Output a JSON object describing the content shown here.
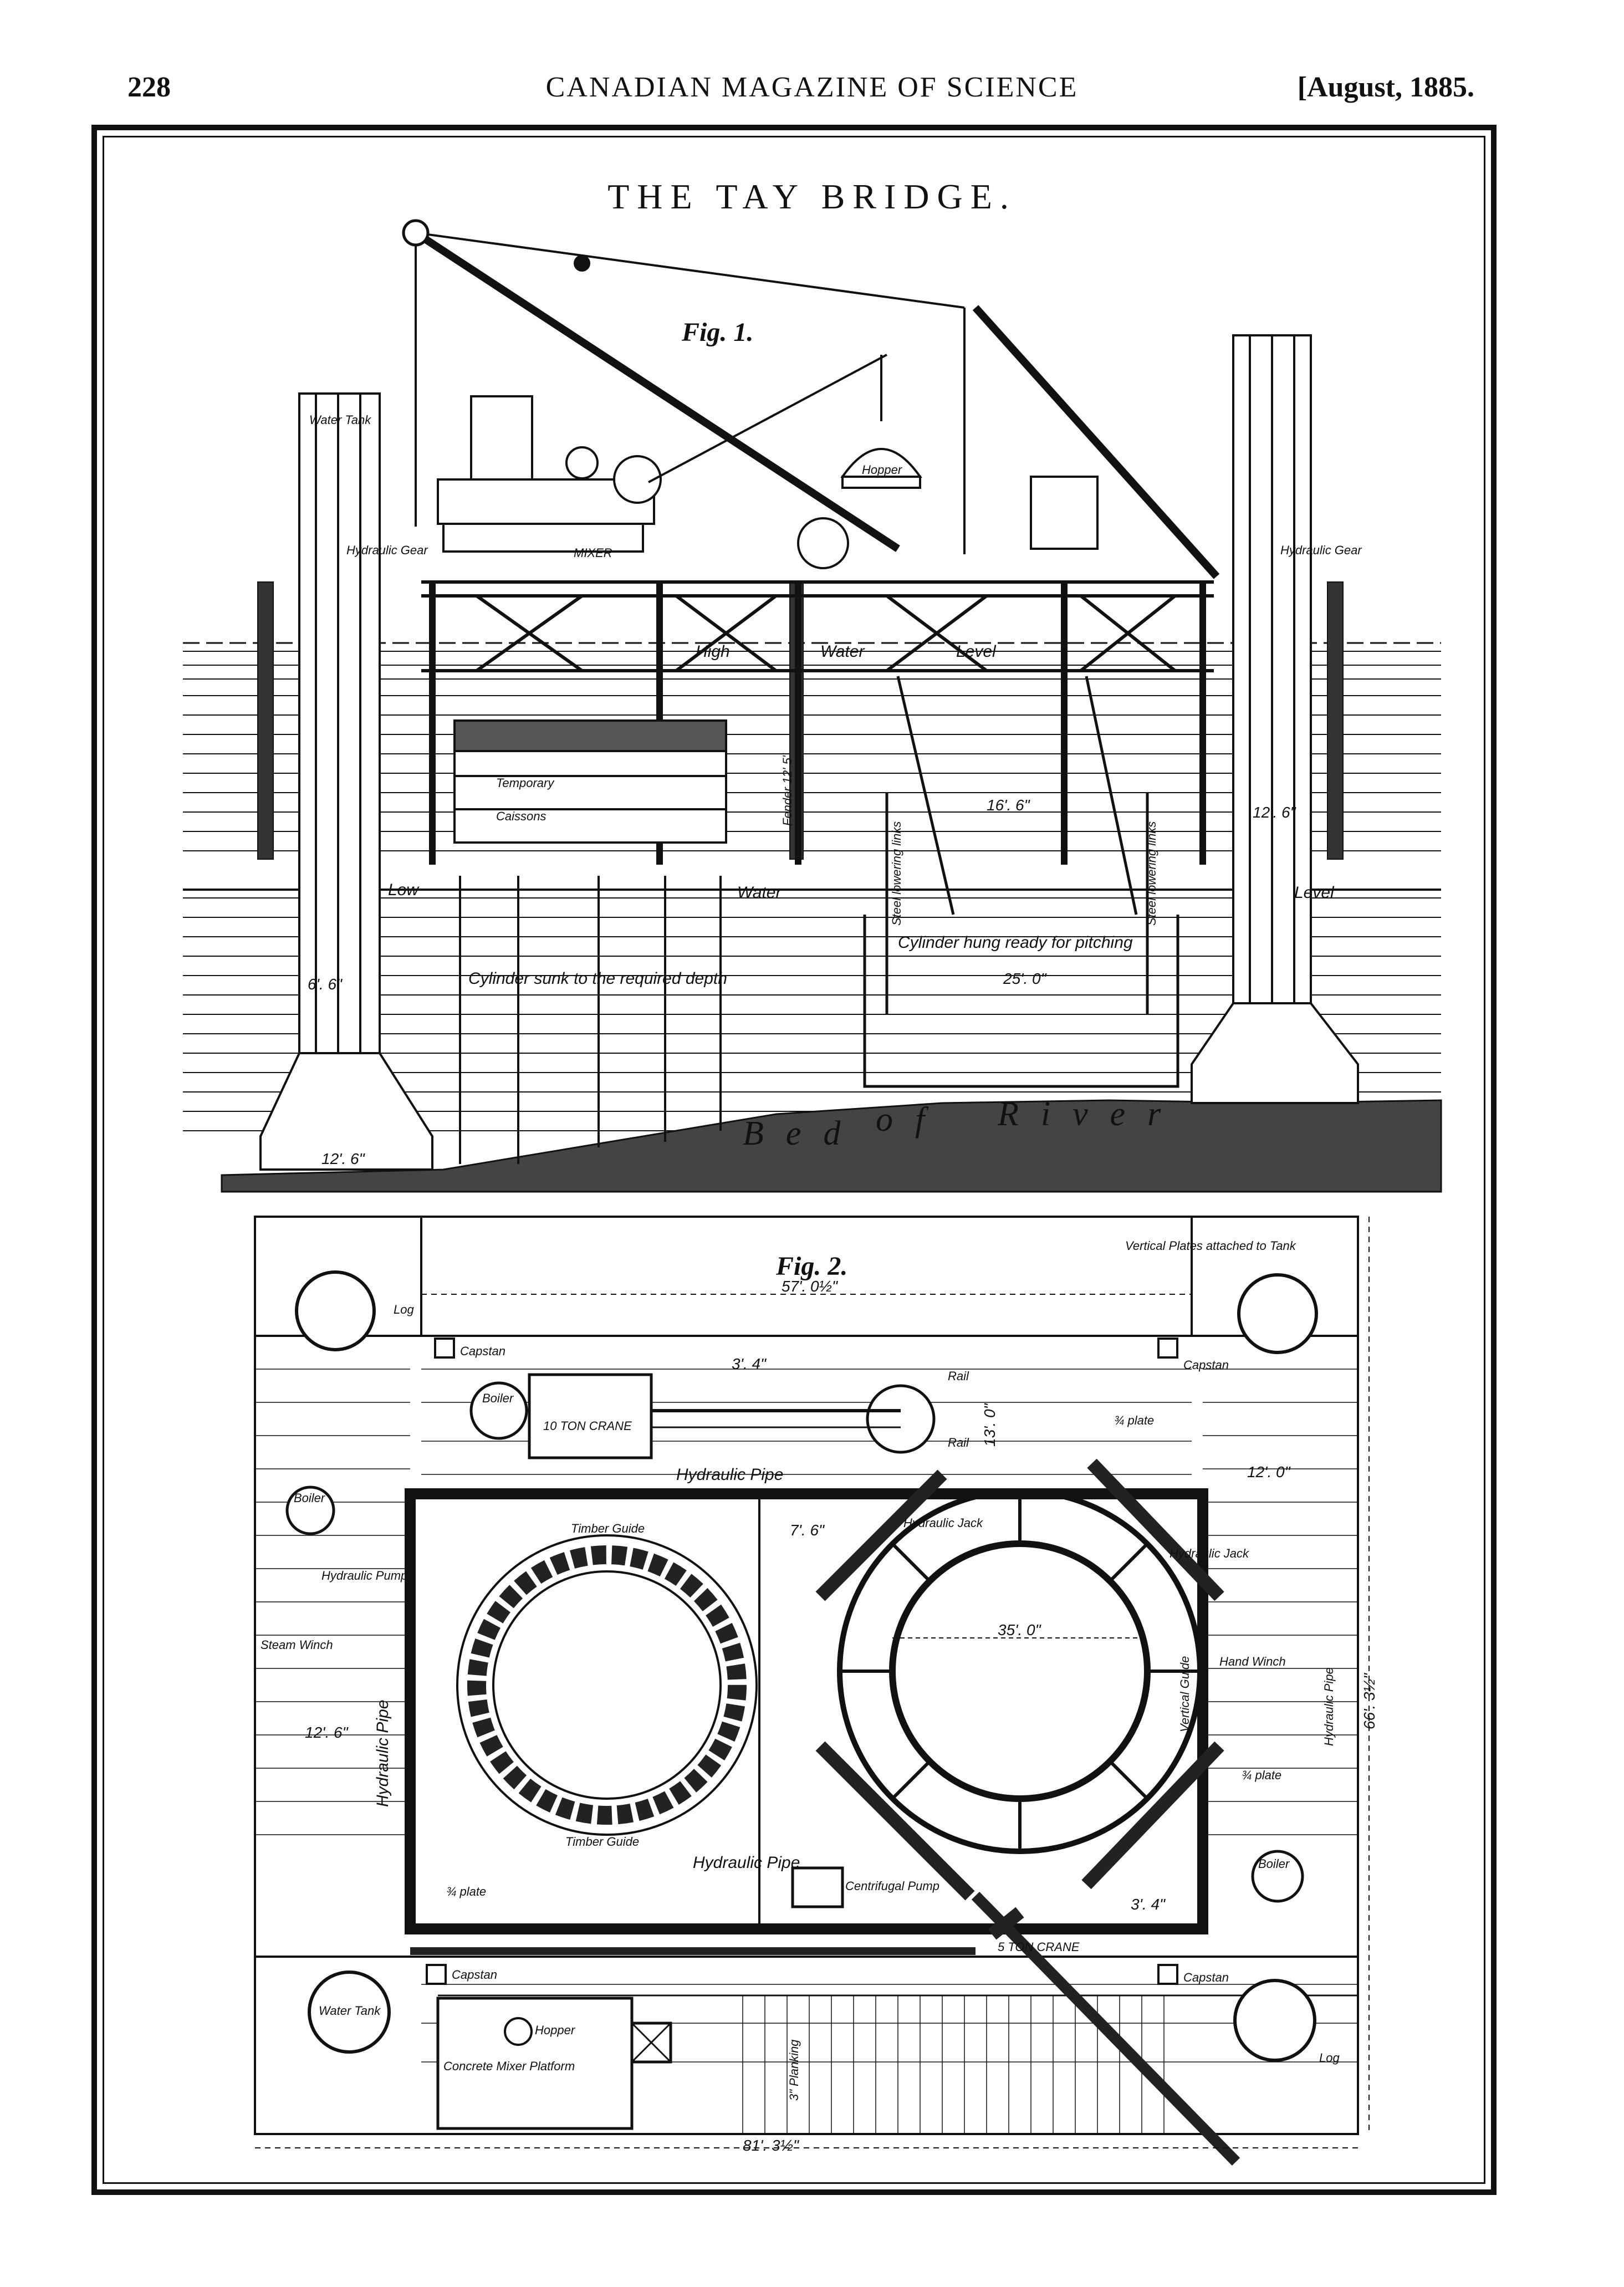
{
  "header": {
    "page_number": "228",
    "running_title": "CANADIAN MAGAZINE OF SCIENCE",
    "issue_date": "[August, 1885."
  },
  "plate": {
    "title": "THE TAY BRIDGE."
  },
  "fig1": {
    "caption": "Fig. 1.",
    "water_tank_left": "Water Tank",
    "hydraulic_gear_left": "Hydraulic Gear",
    "hydraulic_gear_right": "Hydraulic Gear",
    "mixer": "MIXER",
    "hopper": "Hopper",
    "high": "High",
    "water": "Water",
    "level": "Level",
    "low": "Low",
    "water2": "Water",
    "level2": "Level",
    "temporary": "Temporary",
    "caissons": "Caissons",
    "fender": "Fender 12' 5\"",
    "steel_lowering_links_1": "Steel lowering links",
    "steel_lowering_links_2": "Steel lowering links",
    "cylinder_hung": "Cylinder hung ready for pitching",
    "cylinder_sunk": "Cylinder sunk to the required depth",
    "bed": "Bed",
    "of": "of",
    "river": "River",
    "dim_12_6": "12'. 6\"",
    "dim_16_6": "16'. 6\"",
    "dim_25_0": "25'. 0\"",
    "dim_12_6b": "12'. 6\"",
    "dim_6_6": "6'. 6\""
  },
  "fig2": {
    "caption": "Fig. 2.",
    "vertical_plates": "Vertical Plates attached to Tank",
    "dim_57": "57'. 0½\"",
    "dim_81": "81'. 3½\"",
    "dim_66": "66'. 3½\"",
    "log_top": "Log",
    "log_bottom": "Log",
    "capstan_1": "Capstan",
    "capstan_2": "Capstan",
    "capstan_3": "Capstan",
    "capstan_4": "Capstan",
    "boiler_1": "Boiler",
    "boiler_2": "Boiler",
    "boiler_3": "Boiler",
    "crane_10": "10 TON CRANE",
    "crane_5": "5 TON CRANE",
    "rail_1": "Rail",
    "rail_2": "Rail",
    "hydraulic_pipe_top": "Hydraulic Pipe",
    "hydraulic_pipe_bottom": "Hydraulic Pipe",
    "hydraulic_pipe_right": "Hydraulic Pipe",
    "hydraulic_pipe_left": "Hydraulic Pipe",
    "hydraulic_pump": "Hydraulic Pump",
    "hydraulic_jack_1": "Hydraulic Jack",
    "hydraulic_jack_2": "Hydraulic Jack",
    "steam_winch": "Steam Winch",
    "hand_winch": "Hand Winch",
    "timber_guide_top": "Timber Guide",
    "timber_guide_bottom": "Timber Guide",
    "vertical_guide": "Vertical Guide",
    "plate_1": "¾ plate",
    "plate_2": "¾ plate",
    "plate_3": "¾ plate",
    "centrifugal_pump": "Centrifugal Pump",
    "water_tank": "Water Tank",
    "hopper": "Hopper",
    "concrete_mixer": "Concrete Mixer Platform",
    "planking": "3\" Planking",
    "dim_3_4": "3'. 4\"",
    "dim_13_0": "13'. 0\"",
    "dim_12_0": "12'. 0\"",
    "dim_7_6": "7'. 6\"",
    "dim_35_0": "35'. 0\"",
    "dim_12_6": "12'. 6\"",
    "dim_3_4b": "3'. 4\""
  }
}
